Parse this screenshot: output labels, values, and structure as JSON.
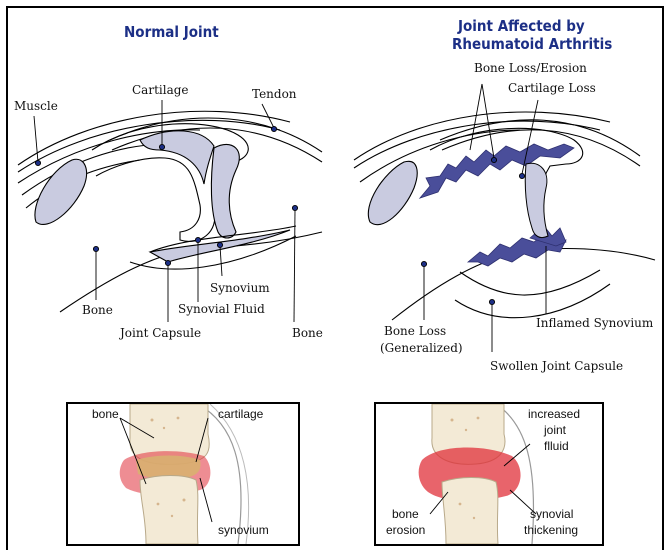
{
  "titles": {
    "normal": "Normal Joint",
    "ra_line1": "Joint Affected by",
    "ra_line2": "Rheumatoid Arthritis"
  },
  "normal_labels": {
    "muscle": "Muscle",
    "cartilage": "Cartilage",
    "tendon": "Tendon",
    "bone_left": "Bone",
    "bone_right": "Bone",
    "synovium": "Synovium",
    "synovial_fluid": "Synovial Fluid",
    "joint_capsule": "Joint Capsule"
  },
  "ra_labels": {
    "bone_loss_erosion": "Bone Loss/Erosion",
    "cartilage_loss": "Cartilage Loss",
    "bone_loss_generalized_1": "Bone Loss",
    "bone_loss_generalized_2": "(Generalized)",
    "inflamed_synovium": "Inflamed Synovium",
    "swollen_capsule": "Swollen Joint Capsule"
  },
  "xray_normal": {
    "bone": "bone",
    "cartilage": "cartilage",
    "synovium": "synovium"
  },
  "xray_ra": {
    "increased_1": "increased",
    "increased_2": "joint",
    "increased_3": "flluid",
    "bone_erosion_1": "bone",
    "bone_erosion_2": "erosion",
    "synovial_1": "synovial",
    "synovial_2": "thickening"
  },
  "colors": {
    "title": "#1c2f86",
    "tissue": "#c9cbe0",
    "erosion": "#4a4e9a",
    "bone_fill": "#f3ead6",
    "inflamed": "#e0303a",
    "cartilage_fill": "#d8b070"
  }
}
